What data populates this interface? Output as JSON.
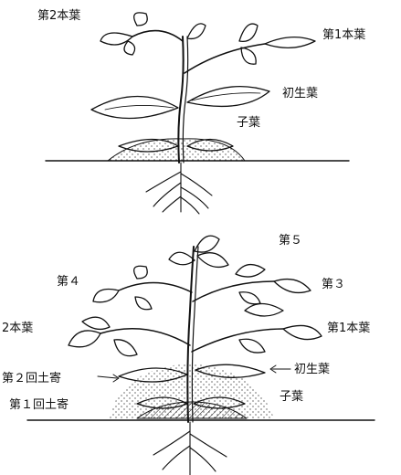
{
  "top_plant": {
    "label_second_true_leaf": "第2本葉",
    "label_first_true_leaf": "第1本葉",
    "label_primary_leaf": "初生葉",
    "label_cotyledon": "子葉"
  },
  "bottom_plant": {
    "label_fifth": "第５",
    "label_fourth": "第４",
    "label_third": "第３",
    "label_second_true_leaf": "2本葉",
    "label_first_true_leaf": "第1本葉",
    "label_second_hilling": "第２回土寄",
    "label_primary_leaf": "初生葉",
    "label_first_hilling": "第１回土寄",
    "label_cotyledon": "子葉"
  },
  "colors": {
    "ink": "#111111",
    "background": "#ffffff"
  }
}
